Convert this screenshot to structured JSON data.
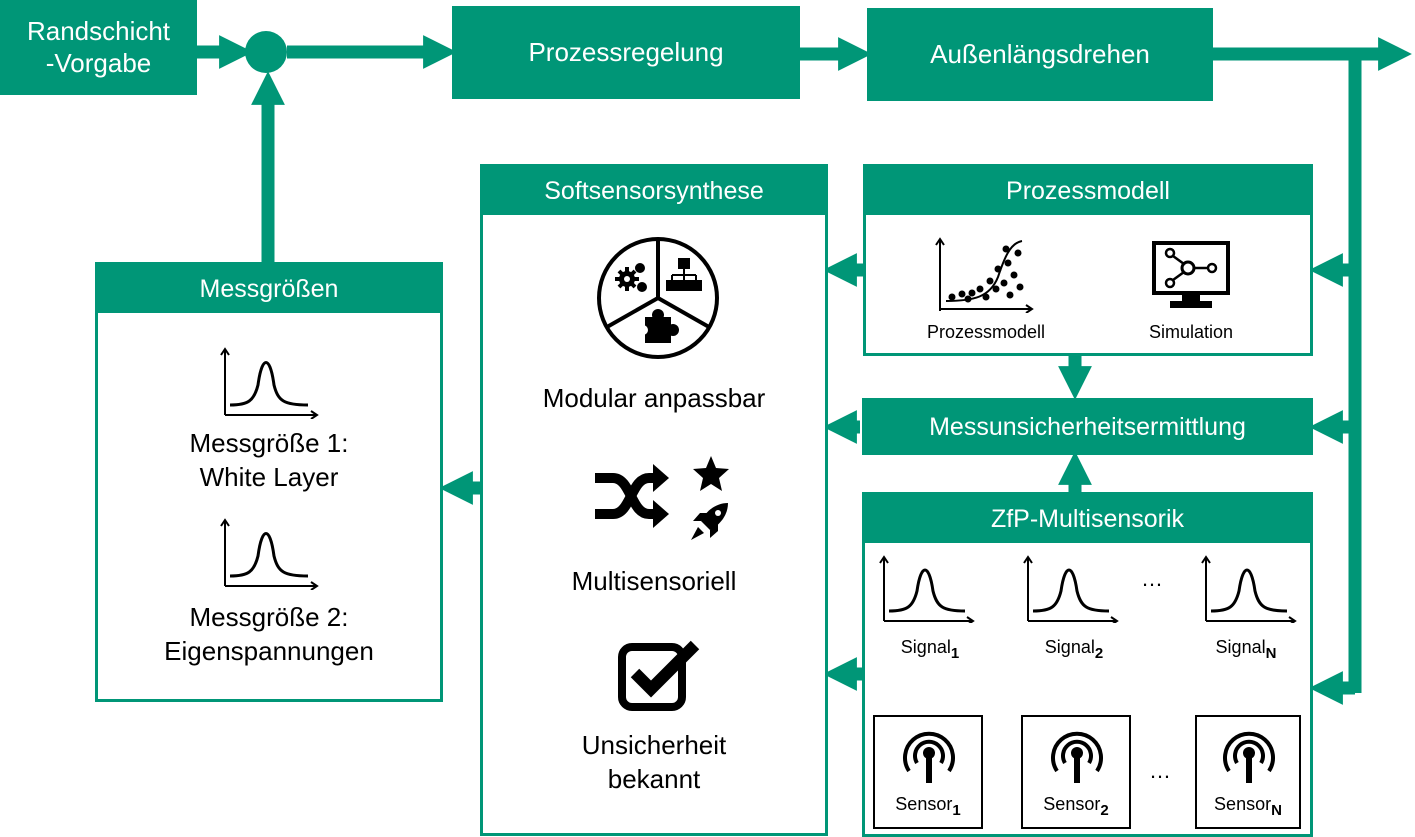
{
  "colors": {
    "accent": "#009677",
    "text": "#000000",
    "background": "#ffffff"
  },
  "top_row": {
    "input": "Randschicht -Vorgabe",
    "input_line1": "Randschicht",
    "input_line2": "-Vorgabe",
    "controller": "Prozessregelung",
    "process": "Außenlängsdrehen"
  },
  "messgroessen": {
    "title": "Messgrößen",
    "item1_line1": "Messgröße 1:",
    "item1_line2": "White Layer",
    "item2_line1": "Messgröße 2:",
    "item2_line2": "Eigenspannungen",
    "icons": [
      "peak-curve-icon",
      "peak-curve-icon"
    ]
  },
  "softsensor": {
    "title": "Softsensorsynthese",
    "feature1": "Modular anpassbar",
    "feature2": "Multisensoriell",
    "feature3_line1": "Unsicherheit",
    "feature3_line2": "bekannt",
    "icons": [
      "modular-pie-icon",
      "shuffle-icon",
      "star-icon",
      "rocket-icon",
      "checkbox-icon"
    ]
  },
  "prozessmodell": {
    "title": "Prozessmodell",
    "model_label": "Prozessmodell",
    "simulation_label": "Simulation",
    "icons": [
      "scatter-plot-icon",
      "monitor-network-icon"
    ]
  },
  "uncertainty": {
    "label": "Messunsicherheitsermittlung"
  },
  "zfp": {
    "title": "ZfP-Multisensorik",
    "signal_base": "Signal",
    "sensor_base": "Sensor",
    "subscripts": [
      "1",
      "2",
      "N"
    ],
    "ellipsis": "…",
    "icons": [
      "peak-curve-icon",
      "radio-tower-icon"
    ]
  }
}
